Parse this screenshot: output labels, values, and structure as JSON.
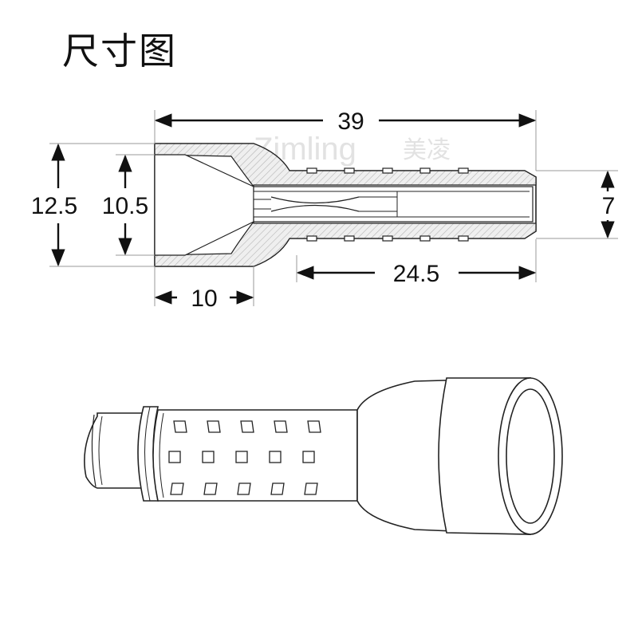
{
  "title": "尺寸图",
  "watermark": {
    "latin": "Zimling",
    "cjk": "美凌"
  },
  "dimensions": {
    "overall_length": "39",
    "outer_diameter": "12.5",
    "inner_diameter": "10.5",
    "cup_depth": "10",
    "tube_length": "24.5",
    "tube_diameter": "7"
  },
  "colors": {
    "line": "#222222",
    "hatch": "#d9d9d9",
    "section_fill": "#e6e6e6"
  }
}
